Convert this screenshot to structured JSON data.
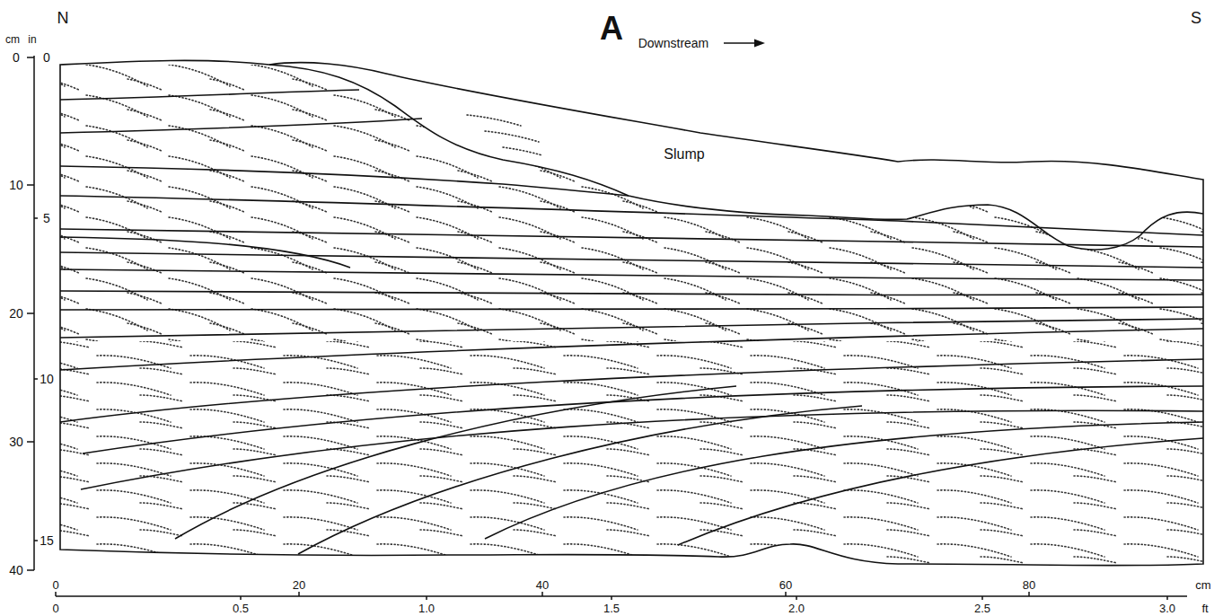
{
  "diagram": {
    "title": "A",
    "labels": [
      "N",
      "S",
      "Downstream",
      "Slump",
      "cm",
      "in",
      "0",
      "10",
      "20",
      "30",
      "40",
      "0",
      "5",
      "10",
      "15",
      "0",
      "20",
      "40",
      "60",
      "80",
      "cm",
      "0",
      "0.5",
      "1.0",
      "1.5",
      "2.0",
      "2.5",
      "3.0",
      "ft"
    ]
  }
}
